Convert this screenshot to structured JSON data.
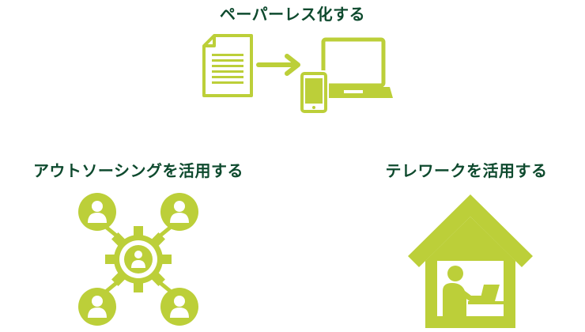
{
  "colors": {
    "accent": "#bccf39",
    "text": "#0e4a2e",
    "background": "#ffffff"
  },
  "items": [
    {
      "label": "ペーパーレス化する",
      "icons": [
        "document-icon",
        "arrow-right-icon",
        "smartphone-icon",
        "laptop-icon"
      ]
    },
    {
      "label": "アウトソーシングを活用する",
      "icons": [
        "gear-network-icon",
        "person-icon"
      ]
    },
    {
      "label": "テレワークを活用する",
      "icons": [
        "house-icon",
        "person-at-laptop-icon"
      ]
    }
  ]
}
